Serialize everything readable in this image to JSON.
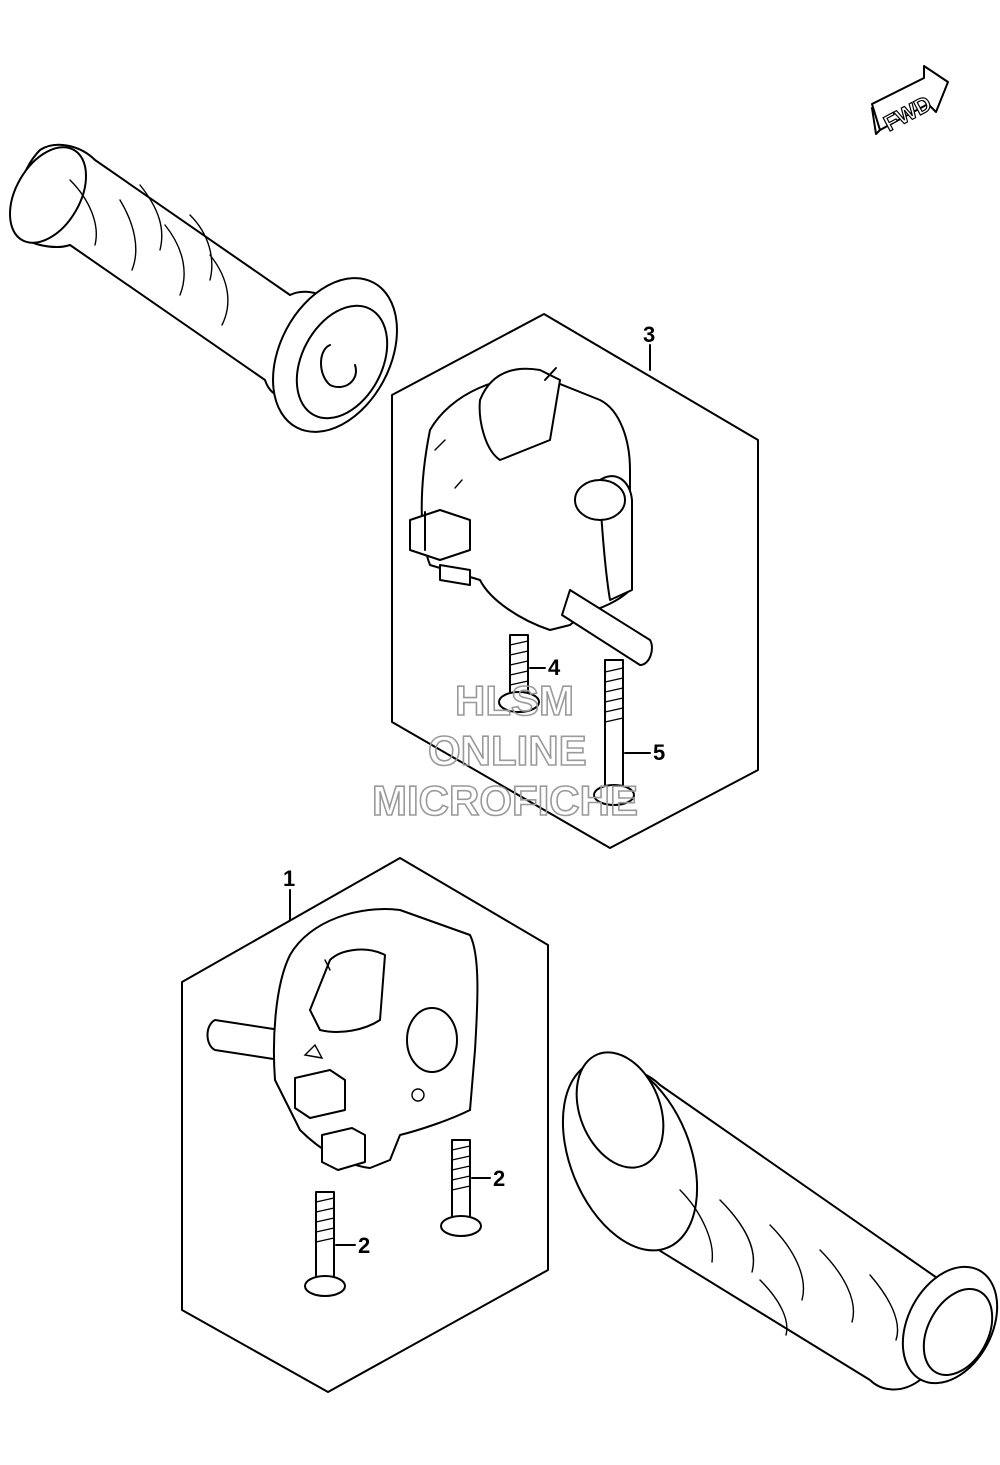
{
  "direction_badge": {
    "label": "FWD"
  },
  "watermark": {
    "line1": "HLSM",
    "line2": "ONLINE",
    "line3": "MICROFICHE"
  },
  "callouts": [
    {
      "id": "c1",
      "label": "1"
    },
    {
      "id": "c2a",
      "label": "2"
    },
    {
      "id": "c2b",
      "label": "2"
    },
    {
      "id": "c3",
      "label": "3"
    },
    {
      "id": "c4",
      "label": "4"
    },
    {
      "id": "c5",
      "label": "5"
    }
  ]
}
